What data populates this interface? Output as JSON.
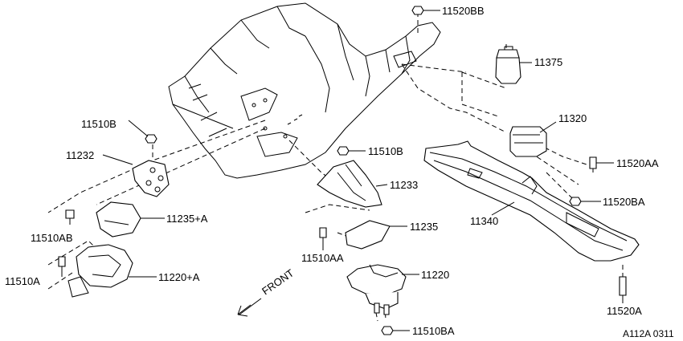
{
  "parts": {
    "p11520BB": "11520BB",
    "p11375": "11375",
    "p11320": "11320",
    "p11510B_left": "11510B",
    "p11232": "11232",
    "p11510B_center": "11510B",
    "p11233": "11233",
    "p11520AA": "11520AA",
    "p11520BA": "11520BA",
    "p11340": "11340",
    "p11235": "11235",
    "p11235A": "11235+A",
    "p11510AB": "11510AB",
    "p11510AA": "11510AA",
    "p11220": "11220",
    "p11510A": "11510A",
    "p11220A": "11220+A",
    "p11520A": "11520A",
    "p11510BA": "11510BA"
  },
  "direction": {
    "front": "FRONT"
  },
  "diagram_ref": "A112A 0311"
}
